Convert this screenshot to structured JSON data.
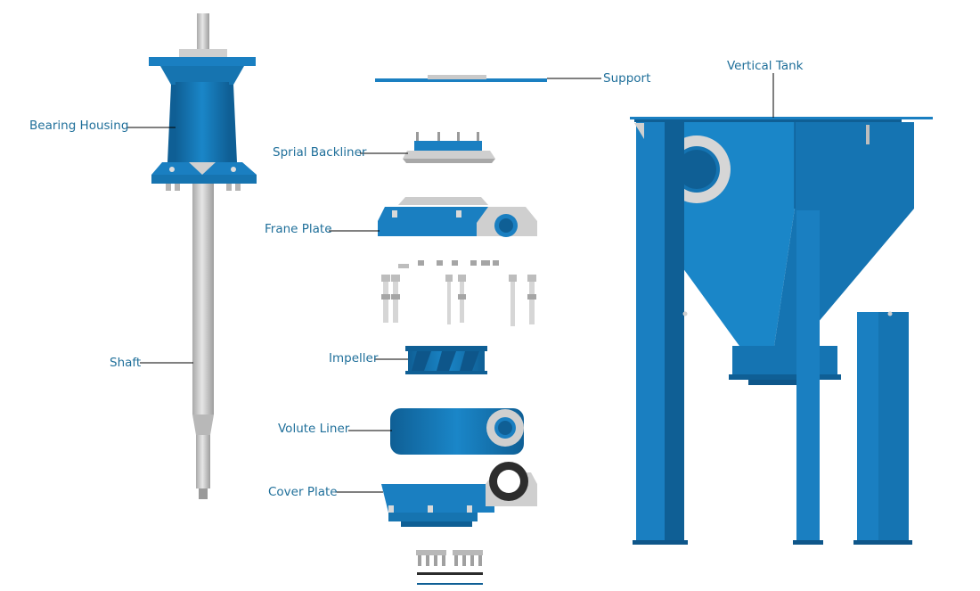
{
  "labels": {
    "bearing_housing": "Bearing Housing",
    "shaft": "Shaft",
    "support": "Support",
    "sprial_backliner": "Sprial Backliner",
    "frane_plate": "Frane Plate",
    "impeller": "Impeller",
    "volute_liner": "Volute Liner",
    "cover_plate": "Cover Plate",
    "vertical_tank": "Vertical Tank"
  },
  "colors": {
    "part_blue": "#1a7fc1",
    "part_blue_dark": "#0f5f95",
    "metal_grey": "#c9c9c9",
    "label_text": "#1f6f9a"
  }
}
